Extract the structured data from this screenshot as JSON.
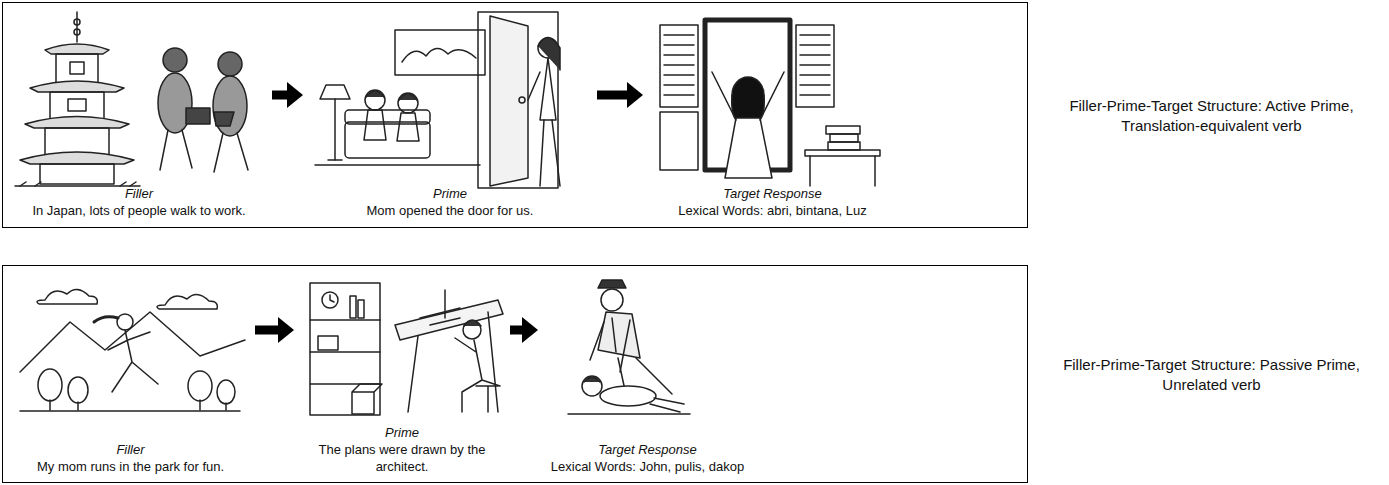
{
  "diagram": {
    "nodes": [
      {
        "text": [
          "Filler-Prime-Target Structure: Active Prime, Translation-equivalent verb"
        ]
      },
      {
        "text": [
          "Filler",
          "In Japan, lots of people walk to work."
        ],
        "in": 0
      },
      {
        "text": [
          "Prime",
          "Mom opened the door for us."
        ],
        "in": 0
      },
      {
        "text": [
          "Target Response",
          "Lexical Words: abri, bintana, Luz"
        ],
        "in": 0
      },
      {
        "text": [
          "Filler-Prime-Target Structure: Passive Prime, Unrelated verb"
        ]
      },
      {
        "text": [
          "Filler",
          "My mom runs in the park for fun."
        ],
        "in": 4
      },
      {
        "text": [
          "Prime",
          "The plans were drawn by the architect."
        ],
        "in": 4
      },
      {
        "text": [
          "Target Response",
          "Lexical Words: John, pulis, dakop"
        ],
        "in": 4
      }
    ],
    "edges": [
      {
        "from": 1,
        "to": 2,
        "arrow": "to"
      },
      {
        "from": 2,
        "to": 3,
        "arrow": "to"
      },
      {
        "from": 5,
        "to": 6,
        "arrow": "to"
      },
      {
        "from": 6,
        "to": 7,
        "arrow": "to"
      }
    ]
  }
}
